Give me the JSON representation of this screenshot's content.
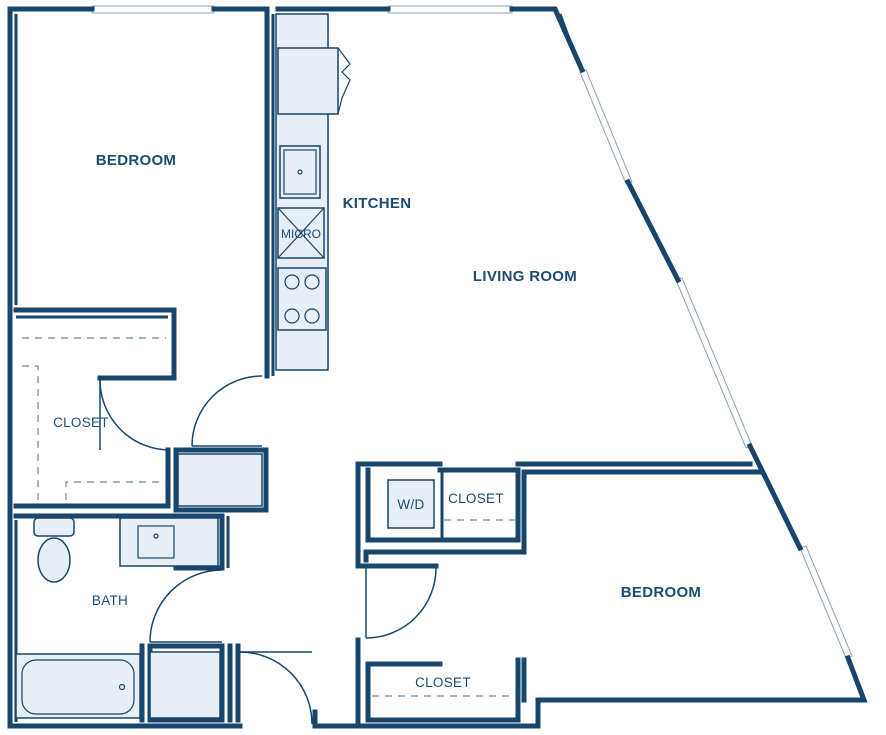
{
  "colors": {
    "wall": "#17456b",
    "fixture_fill": "#e7eef5",
    "background": "#ffffff"
  },
  "rooms": {
    "bedroom_1": "BEDROOM",
    "kitchen": "KITCHEN",
    "living_room": "LIVING ROOM",
    "closet_1": "CLOSET",
    "bath": "BATH",
    "washer_dryer": "W/D",
    "closet_2": "CLOSET",
    "bedroom_2": "BEDROOM",
    "closet_3": "CLOSET"
  },
  "fixtures": {
    "microwave": "MICRO"
  }
}
